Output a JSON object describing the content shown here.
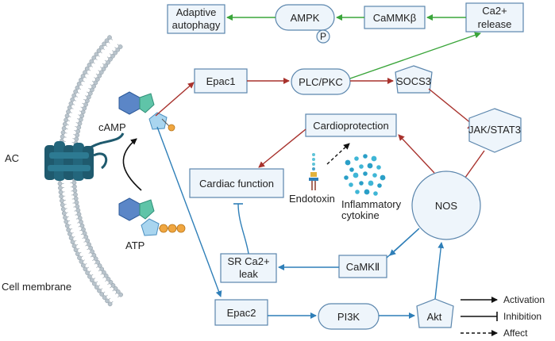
{
  "membrane": {
    "label_ac": "AC",
    "label_membrane": "Cell membrane"
  },
  "molecules": {
    "camp": "cAMP",
    "atp": "ATP",
    "p": "P"
  },
  "nodes": {
    "adaptive_autophagy": [
      "Adaptive",
      "autophagy"
    ],
    "ampk": "AMPK",
    "ampk_p": "P",
    "camkkb": "CaMMKβ",
    "ca_release": [
      "Ca2+",
      "release"
    ],
    "epac1": "Epac1",
    "plc_pkc": "PLC/PKC",
    "socs3": "SOCS3",
    "jak_stat3": "JAK/STAT3",
    "cardioprotection": "Cardioprotection",
    "cardiac_function": "Cardiac function",
    "endotoxin": "Endotoxin",
    "inflammatory_cytokine": [
      "Inflammatory",
      "cytokine"
    ],
    "nos": "NOS",
    "sr_ca_leak": [
      "SR Ca2+",
      "leak"
    ],
    "camkii": "CaMKⅡ",
    "epac2": "Epac2",
    "pi3k": "PI3K",
    "akt": "Akt"
  },
  "legend": {
    "activation": "Activation",
    "inhibition": "Inhibition",
    "affect": "Affect"
  },
  "colors": {
    "green": "#3aa53a",
    "red": "#a8322d",
    "blue": "#2f7fb8",
    "node_fill": "#eef5fb",
    "node_stroke": "#5b86ad"
  }
}
